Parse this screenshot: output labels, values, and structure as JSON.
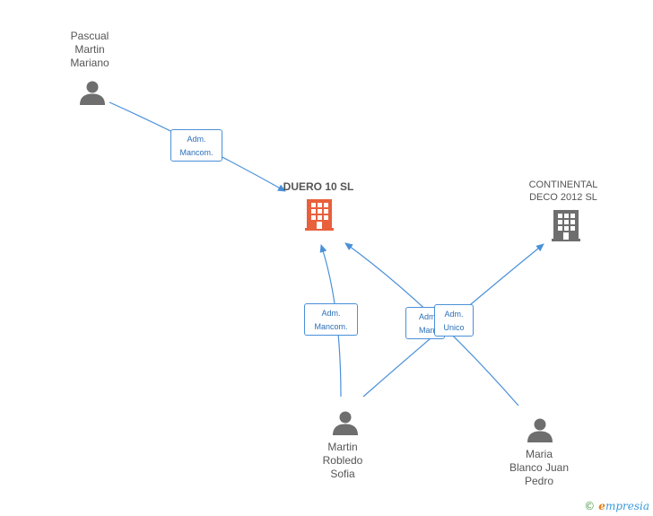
{
  "nodes": {
    "pascual": {
      "label": "Pascual\nMartin\nMariano"
    },
    "duero": {
      "label": "DUERO 10 SL"
    },
    "continental": {
      "label": "CONTINENTAL\nDECO 2012 SL"
    },
    "martin": {
      "label": "Martin\nRobledo\nSofia"
    },
    "maria": {
      "label": "Maria\nBlanco Juan\nPedro"
    }
  },
  "relations": {
    "pascual_duero": "Adm.\nMancom.",
    "martin_duero": "Adm.\nMancom.",
    "maria_duero": "Adm.\nManc",
    "martin_continental": "Adm.\nUnico"
  },
  "brand": {
    "copyright": "©",
    "name_initial": "e",
    "name_rest": "mpresia"
  },
  "colors": {
    "edge": "#4a90d9",
    "person": "#6e6e6e",
    "company_main": "#e8603c",
    "company_other": "#6e6e6e"
  }
}
